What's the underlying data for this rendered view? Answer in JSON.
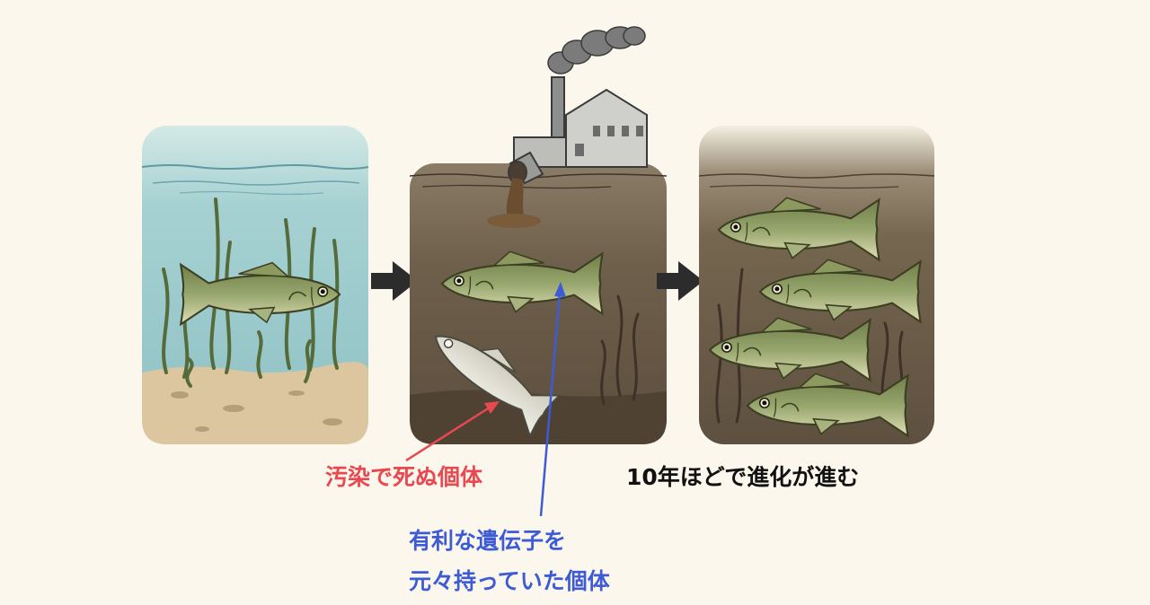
{
  "labels": {
    "dead_by_pollution": "汚染で死ぬ個体",
    "evolution_in_10_years": "10年ほどで進化が進む",
    "favorable_gene_line1": "有利な遺伝子を",
    "favorable_gene_line2": "元々持っていた個体"
  },
  "colors": {
    "background": "#fbf7ec",
    "clear_water": "#9fcfd2",
    "polluted_water": "#6a5b47",
    "sediment": "#d9c49d",
    "fish": "#8a9a5f",
    "dead_label": "#e8484f",
    "favorable_label": "#3e5bd6",
    "text_dark": "#111111"
  },
  "icons": [
    "fish-icon",
    "dead-fish-icon",
    "factory-icon",
    "smoke-icon",
    "drain-pipe-icon",
    "arrow-right-icon",
    "seaweed-icon"
  ]
}
